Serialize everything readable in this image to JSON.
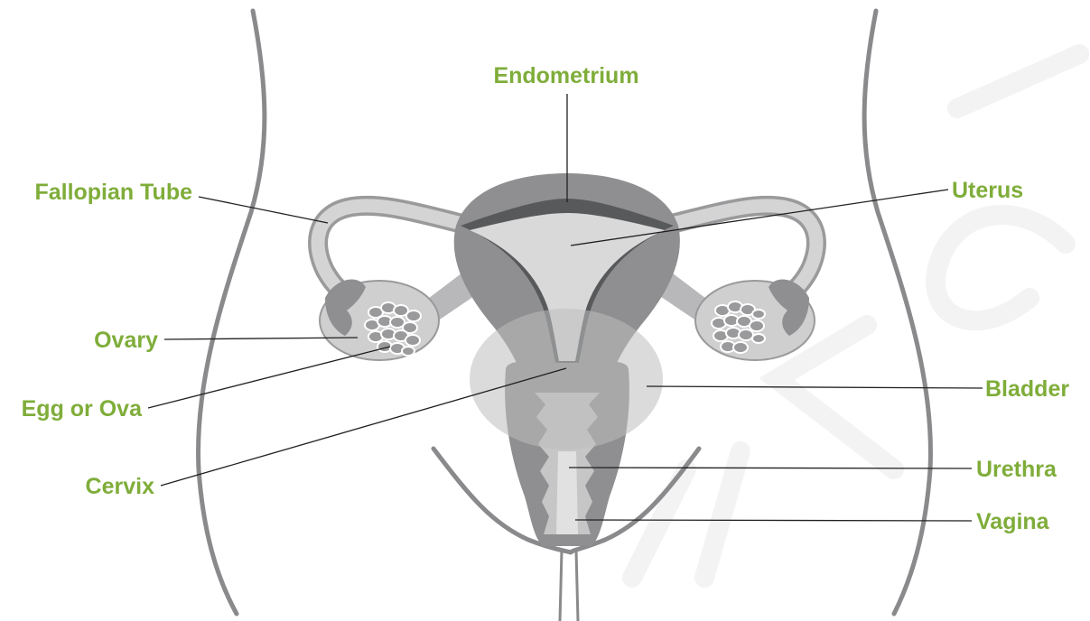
{
  "colors": {
    "label": "#7fad3a",
    "outline": "#8a8a8c",
    "uterus_wall": "#8f8f91",
    "cavity": "#d9d9da",
    "endometrium": "#58595b",
    "tube": "#c9c9ca",
    "ovary": "#cfcfd0",
    "bladder": "#bdbdbe",
    "egg": "#9a9a9c",
    "watermark": "#f2f2f2"
  },
  "labels": {
    "endometrium": "Endometrium",
    "fallopian_tube": "Fallopian Tube",
    "uterus": "Uterus",
    "ovary": "Ovary",
    "egg_or_ova": "Egg or Ova",
    "bladder": "Bladder",
    "cervix": "Cervix",
    "urethra": "Urethra",
    "vagina": "Vagina"
  },
  "icons": {
    "watermark": "watermark-text"
  }
}
